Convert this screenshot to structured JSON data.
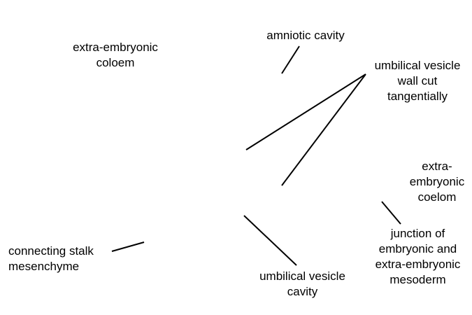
{
  "labels": {
    "extra_embryonic_coloem": [
      "extra-embryonic",
      "coloem"
    ],
    "amniotic_cavity": [
      "amniotic cavity"
    ],
    "umbilical_vesicle_wall": [
      "umbilical vesicle",
      "wall cut",
      "tangentially"
    ],
    "extra_embryonic_coelom": [
      "extra-",
      "embryonic",
      "coelom"
    ],
    "junction": [
      "junction of",
      "embryonic and",
      "extra-embryonic",
      "mesoderm"
    ],
    "connecting_stalk": [
      "connecting stalk",
      "mesenchyme"
    ],
    "umbilical_vesicle_cavity": [
      "umbilical vesicle",
      "cavity"
    ]
  }
}
